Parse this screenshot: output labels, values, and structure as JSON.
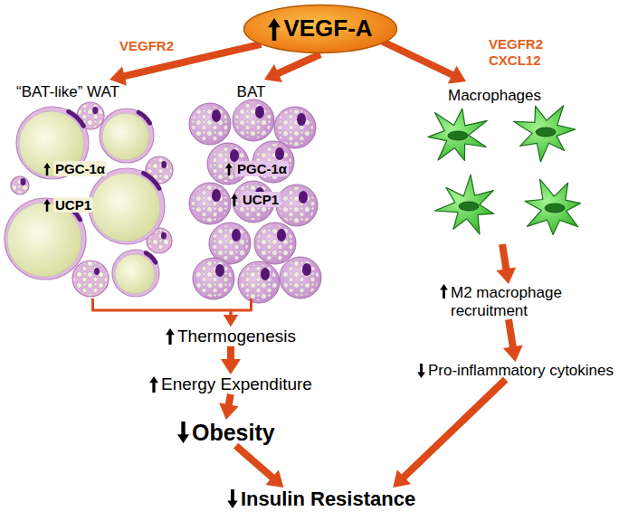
{
  "diagram": {
    "nodes": [
      {
        "text": [
          "VEGF-A"
        ]
      },
      {
        "text": [
          "“BAT-like” WAT",
          "PGC-1α",
          "UCP1"
        ]
      },
      {
        "text": [
          "BAT",
          "PGC-1α",
          "UCP1"
        ]
      },
      {
        "text": [
          "Macrophages"
        ]
      },
      {
        "text": [
          "Thermogenesis"
        ]
      },
      {
        "text": [
          "Energy Expenditure"
        ]
      },
      {
        "text": [
          "Obesity"
        ]
      },
      {
        "text": [
          "M2 macrophage recruitment"
        ]
      },
      {
        "text": [
          "Pro-inflammatory cytokines"
        ]
      },
      {
        "text": [
          "Insulin Resistance"
        ]
      }
    ],
    "edges": [
      {
        "from": 0,
        "to": 1,
        "label": "VEGFR2",
        "arrow": "to"
      },
      {
        "from": 0,
        "to": 2,
        "arrow": "to"
      },
      {
        "from": 0,
        "to": 3,
        "label": "VEGFR2 CXCL12",
        "arrow": "to"
      },
      {
        "from": 1,
        "to": 4,
        "arrow": "to"
      },
      {
        "from": 2,
        "to": 4,
        "arrow": "to"
      },
      {
        "from": 4,
        "to": 5,
        "arrow": "to"
      },
      {
        "from": 5,
        "to": 6,
        "arrow": "to"
      },
      {
        "from": 3,
        "to": 7,
        "arrow": "to"
      },
      {
        "from": 7,
        "to": 8,
        "arrow": "to"
      },
      {
        "from": 6,
        "to": 9,
        "arrow": "to"
      },
      {
        "from": 8,
        "to": 9,
        "arrow": "to"
      }
    ]
  }
}
